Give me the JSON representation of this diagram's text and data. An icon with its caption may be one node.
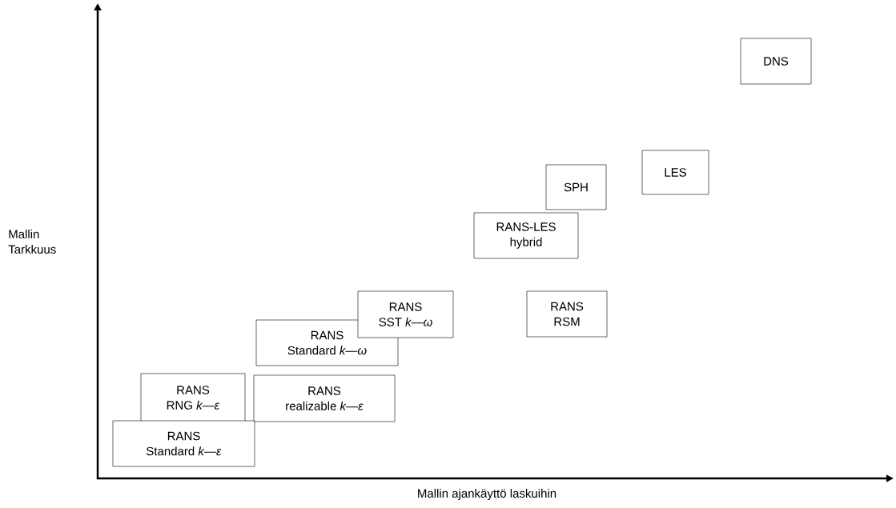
{
  "diagram": {
    "nodes": [
      {
        "text": [
          "DNS"
        ]
      },
      {
        "text": [
          "LES"
        ]
      },
      {
        "text": [
          "SPH"
        ]
      },
      {
        "text": [
          "RANS-LES hybrid"
        ]
      },
      {
        "text": [
          "RANS",
          "SST *k—ω*"
        ]
      },
      {
        "text": [
          "RANS",
          "RSM"
        ]
      },
      {
        "text": [
          "RANS",
          "Standard *k—ω*"
        ]
      },
      {
        "text": [
          "RANS",
          "RNG *k—ε*"
        ]
      },
      {
        "text": [
          "RANS",
          "realizable *k—ε*"
        ]
      },
      {
        "text": [
          "RANS",
          "Standard *k—ε*"
        ]
      }
    ],
    "labels": [
      "Mallin Tarkkuus",
      "Mallin ajankäyttö laskuihin"
    ]
  }
}
